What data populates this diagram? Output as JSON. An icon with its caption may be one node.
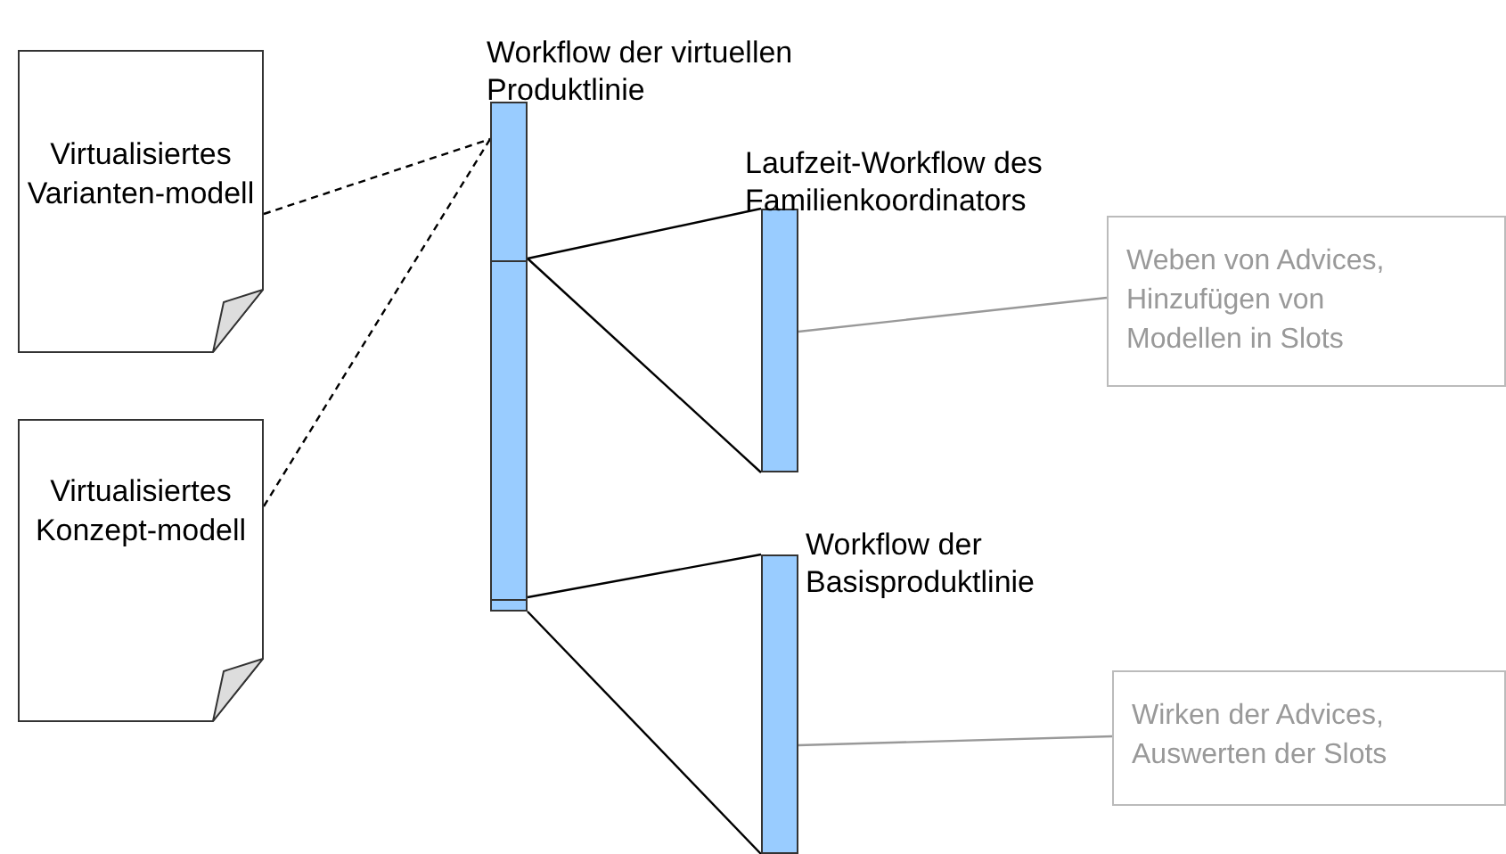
{
  "diagram": {
    "nodes": [
      {
        "text": [
          "Virtualisiertes Varianten-modell"
        ]
      },
      {
        "text": [
          "Virtualisiertes Konzept-modell"
        ]
      },
      {
        "text": [
          "Workflow der virtuellen Produktlinie"
        ]
      },
      {
        "text": [
          "Laufzeit-Workflow des Familienkoordinators"
        ]
      },
      {
        "text": [
          "Workflow der Basisproduktlinie"
        ]
      },
      {
        "text": [
          "Weben von Advices, Hinzufügen von Modellen in Slots"
        ]
      },
      {
        "text": [
          "Wirken der Advices, Auswerten der Slots"
        ]
      }
    ],
    "edges": [
      {
        "from": 0,
        "to": 2,
        "arrow": "none",
        "style": "dashed"
      },
      {
        "from": 1,
        "to": 2,
        "arrow": "none",
        "style": "dashed"
      },
      {
        "from": 2,
        "to": 3,
        "arrow": "none"
      },
      {
        "from": 2,
        "to": 3,
        "arrow": "none"
      },
      {
        "from": 2,
        "to": 4,
        "arrow": "none"
      },
      {
        "from": 2,
        "to": 4,
        "arrow": "none"
      },
      {
        "from": 3,
        "to": 5,
        "arrow": "none",
        "color": "#999999"
      },
      {
        "from": 4,
        "to": 6,
        "arrow": "none",
        "color": "#999999"
      }
    ]
  }
}
